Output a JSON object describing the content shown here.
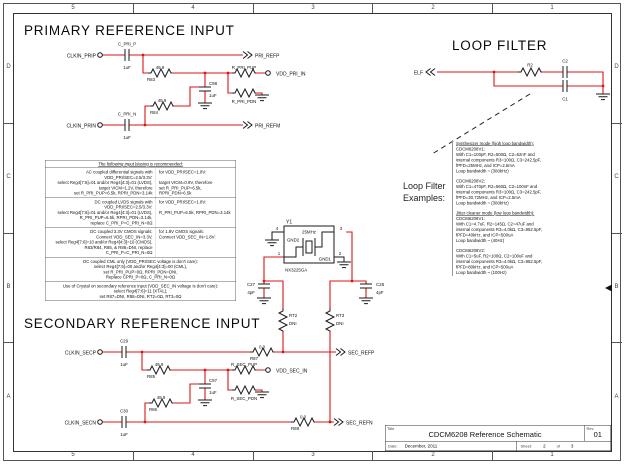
{
  "frame": {
    "columns": [
      "5",
      "4",
      "3",
      "2",
      "1"
    ],
    "rows": [
      "D",
      "C",
      "B",
      "A"
    ]
  },
  "primary": {
    "title": "PRIMARY REFERENCE INPUT",
    "clkin_p": "CLKIN_PRIP",
    "clkin_n": "CLKIN_PRIN",
    "cap_p_ref": "C_PRI_P",
    "cap_p_val": "1uF",
    "cap_n_ref": "C_PRI_N",
    "cap_n_val": "1uF",
    "r_top_val": "49.9",
    "r_top_ref": "R83",
    "r_bot_val": "49.9",
    "r_bot_ref": "R84",
    "c_mid_ref": "C98",
    "c_mid_val": "1uF",
    "r_pup": "R_PRI_PUP",
    "r_pdn": "R_PRI_PDN",
    "vdd": "VDD_PRI_IN",
    "out_p": "PRI_REFP",
    "out_n": "PRI_REFM"
  },
  "secondary": {
    "title": "SECONDARY REFERENCE INPUT",
    "clkin_p": "CLKIN_SECP",
    "clkin_n": "CLKIN_SECN",
    "cap_p_ref": "C29",
    "cap_p_val": "1uF",
    "cap_n_ref": "C30",
    "cap_n_val": "1uF",
    "r_top_val": "49.9",
    "r_top_ref": "R85",
    "r_bot_val": "49.9",
    "r_bot_ref": "R86",
    "c_mid_ref": "C97",
    "c_mid_val": "1uF",
    "r_pup": "R_SEC_PUP",
    "r_pdn": "R_SEC_PDN",
    "vdd": "VDD_SEC_IN",
    "r_out_p_val": "0.0",
    "r_out_p_ref": "R87",
    "r_out_n_val": "0.0",
    "r_out_n_ref": "R88",
    "out_p": "SEC_REFP",
    "out_n": "SEC_REFN"
  },
  "crystal": {
    "ref": "Y1",
    "freq": "25MHz",
    "part": "NX3225GA",
    "gnd2": "GND2",
    "gnd1": "GND1",
    "pin1": "1",
    "pin2": "2",
    "pin3": "3",
    "pin4": "4",
    "c_left_ref": "C27",
    "c_left_val": "4pF",
    "c_right_ref": "C28",
    "c_right_val": "4pF",
    "r_left_ref": "RT2",
    "r_left_val": "DNI",
    "r_right_ref": "RT3",
    "r_right_val": "DNI"
  },
  "loop_filter": {
    "title": "LOOP FILTER",
    "net": "ELF",
    "r2": "R2",
    "c2": "C2",
    "c1": "C1",
    "examples_label": "Loop Filter\nExamples:"
  },
  "loop_examples": {
    "sections": [
      {
        "header": "Synthesizer mode (high loop bandwidth):",
        "blocks": [
          "CDCM6208V1:\nWith C1=100pF, R2=500Ω, C2=62nF and\ninternal components R3=100Ω, C3=242.5pF,\nfPFD=25MHz, and ICP=2.5mA\nLoop bandwidth ~ (300kHz)",
          "CDCM6208V2:\nWith C1=470pF, R2=560Ω, C2=100nF and\ninternal components R3=100Ω, C3=242.5pF,\nfPFD=30.72MHz, and ICP=2.5mA\nLoop bandwidth ~ (300kHz)"
        ]
      },
      {
        "header": "Jitter cleaner mode (low loop bandwidth):",
        "blocks": [
          "CDCM6208V1:\nWith C1=4.7uF, R2=145Ω, C2=47uF and\ninternal components R3=4.0kΩ, C3=952.5pF,\nfPFD=40kHz, and ICP=500uA\nLoop bandwidth ~ (40Hz)",
          "CDCM6208V2:\nWith C1=5uF, R2=100Ω, C2=100uF and\ninternal components R3=4.0kΩ, C3=952.5pF,\nfPFD=80kHz, and ICP=500uA\nLoop bandwidth ~ (100Hz)"
        ]
      }
    ]
  },
  "notes": {
    "header": "The following input biasing is recommended:",
    "split_rows": [
      {
        "left": "AC coupled differential signals with VDD_PRI/SEC=2.5/3.3V:\nselect Reg4[7:6]=01 and/or Reg4[4:3]=01 (LVDS),\ntarget VICM=1.2V, therefore\nset R_PRI_PUP=6.5k, RPRI_PDN=3.14k",
        "right": "for VDD_PRI/SEC=1.8V:\n\ntarget VICM=0.9V, therefore\nset R_PRI_PUP=6.5k, RPRI_PDN=6.5k"
      },
      {
        "left": "DC coupled LVDS signals with VDD_PRI/SEC=2.5/3.3V:\nselect Reg4[7:6]=01 and/or Reg4[4:3]=01 (LVDS),\nR_PRI_PUP=6.5k, RPRI_PDN=3.14k,\nreplace C_PRI_P=C_PRI_N=0Ω",
        "right": "for VDD_PRI/SEC=1.8V:\n\nR_PRI_PUP=6.5k, RPRI_PDN=3.14k"
      },
      {
        "left": "DC coupled 3.3V CMOS signals:\nConnect VDD_SEC_IN=3.3V,\nselect Reg4[7:6]=10 and/or Reg4[4:3]=10 (CMOS),\nR83/R84, R85, & R86=DNI, replace C_PRI_P=C_PRI_N=0Ω",
        "right": "for 1.8V CMOS signals:\nConnect VDD_SEC_IN=1.8V:"
      }
    ],
    "full_rows": [
      "DC coupled CML only (VDD_PRI/SEC voltage is don't care):\nselect Reg4[7:6]=00 and/or Reg4[4:3]=00 (CML),\nset R_PRI_PUP=0Ω, RPRI_PDN=DNI,\nReplace CPRI_P=0Ω, C_PRI_N=0Ω",
      "Use of Crystal on secondary reference input (VDD_SEC_IN voltage is don't care):\nselect Reg4[7:6]=11 (XTAL),\nset R87=DNI, R88=DNI, RT2=0Ω, RT3=0Ω"
    ]
  },
  "title_block": {
    "title_label": "Title",
    "title": "CDCM6208 Reference Schematic",
    "rev_label": "Rev",
    "rev": "01",
    "date_label": "Date:",
    "date": "December, 2011",
    "sheet_label": "Sheet:",
    "sheet": "2",
    "of_label": "of",
    "total": "3"
  }
}
